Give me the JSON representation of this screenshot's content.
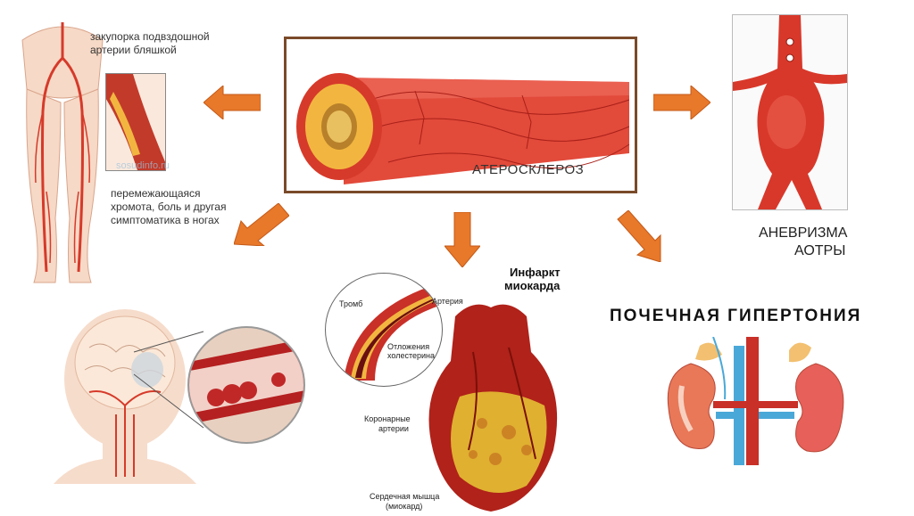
{
  "center": {
    "label": "АТЕРОСКЛЕРОЗ"
  },
  "legs": {
    "caption_top": "закупорка подвздошной артерии бляшкой",
    "caption_bottom": "перемежающаяся хромота, боль и другая симптоматика в ногах",
    "watermark": "sosudinfo.ru"
  },
  "aorta": {
    "label_line1": "АНЕВРИЗМА",
    "label_line2": "АОТРЫ"
  },
  "heart": {
    "title_line1": "Инфаркт",
    "title_line2": "миокарда",
    "label_thromb": "Тромб",
    "label_artery": "Артерия",
    "label_deposits_1": "Отложения",
    "label_deposits_2": "холестерина",
    "label_coronary_1": "Коронарные",
    "label_coronary_2": "артерии",
    "label_muscle_1": "Сердечная мышца",
    "label_muscle_2": "(миокард)"
  },
  "kidney": {
    "title": "ПОЧЕЧНАЯ ГИПЕРТОНИЯ"
  },
  "colors": {
    "arrow": "#e8782a",
    "artery": "#d63a2a",
    "plaque": "#f2b640",
    "box_border": "#7a4a2a"
  }
}
